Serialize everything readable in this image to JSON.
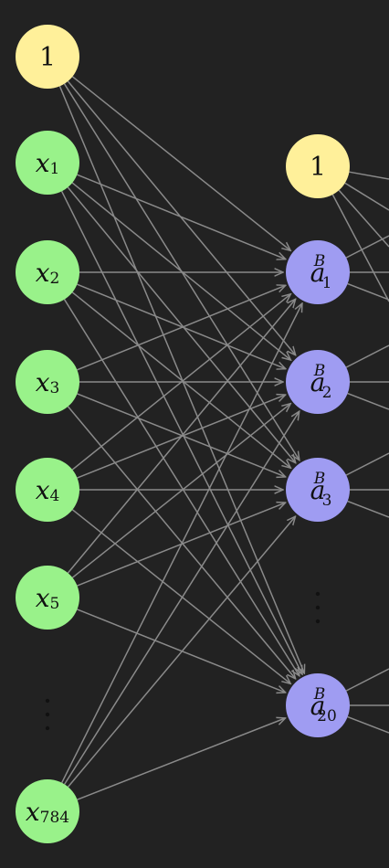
{
  "colors": {
    "background": "#222222",
    "bias_fill": "#FFF09A",
    "input_fill": "#99F28A",
    "hidden_fill": "#9F9CF2",
    "edge": "#8A8A8A",
    "ellipsis": "#111111"
  },
  "input_layer": {
    "bias": {
      "label": "1"
    },
    "nodes": [
      {
        "base": "x",
        "sub": "1"
      },
      {
        "base": "x",
        "sub": "2"
      },
      {
        "base": "x",
        "sub": "3"
      },
      {
        "base": "x",
        "sub": "4"
      },
      {
        "base": "x",
        "sub": "5"
      },
      {
        "base": "x",
        "sub": "784"
      }
    ]
  },
  "hidden_layer": {
    "bias": {
      "label": "1"
    },
    "nodes": [
      {
        "base": "a",
        "sup": "B",
        "sub": "1"
      },
      {
        "base": "a",
        "sup": "B",
        "sub": "2"
      },
      {
        "base": "a",
        "sup": "B",
        "sub": "3"
      },
      {
        "base": "a",
        "sup": "B",
        "sub": "20"
      }
    ]
  }
}
